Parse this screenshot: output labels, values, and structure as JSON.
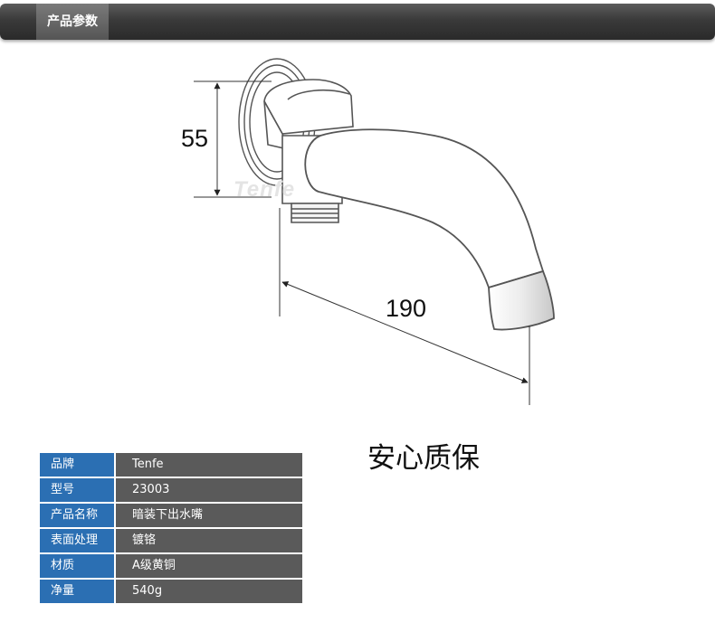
{
  "header": {
    "title": "产品参数"
  },
  "diagram": {
    "dim_height": "55",
    "dim_length": "190",
    "watermark": "Tenfe"
  },
  "guarantee_text": "安心质保",
  "specs": [
    {
      "key": "品牌",
      "value": "Tenfe"
    },
    {
      "key": "型号",
      "value": "23003"
    },
    {
      "key": "产品名称",
      "value": "暗装下出水嘴"
    },
    {
      "key": "表面处理",
      "value": "镀铬"
    },
    {
      "key": "材质",
      "value": "A级黄铜"
    },
    {
      "key": "净量",
      "value": "540g"
    }
  ],
  "colors": {
    "spec_key_bg": "#2b6fb3",
    "spec_value_bg": "#5a5a5a",
    "header_bg": "#3a3a3a"
  }
}
